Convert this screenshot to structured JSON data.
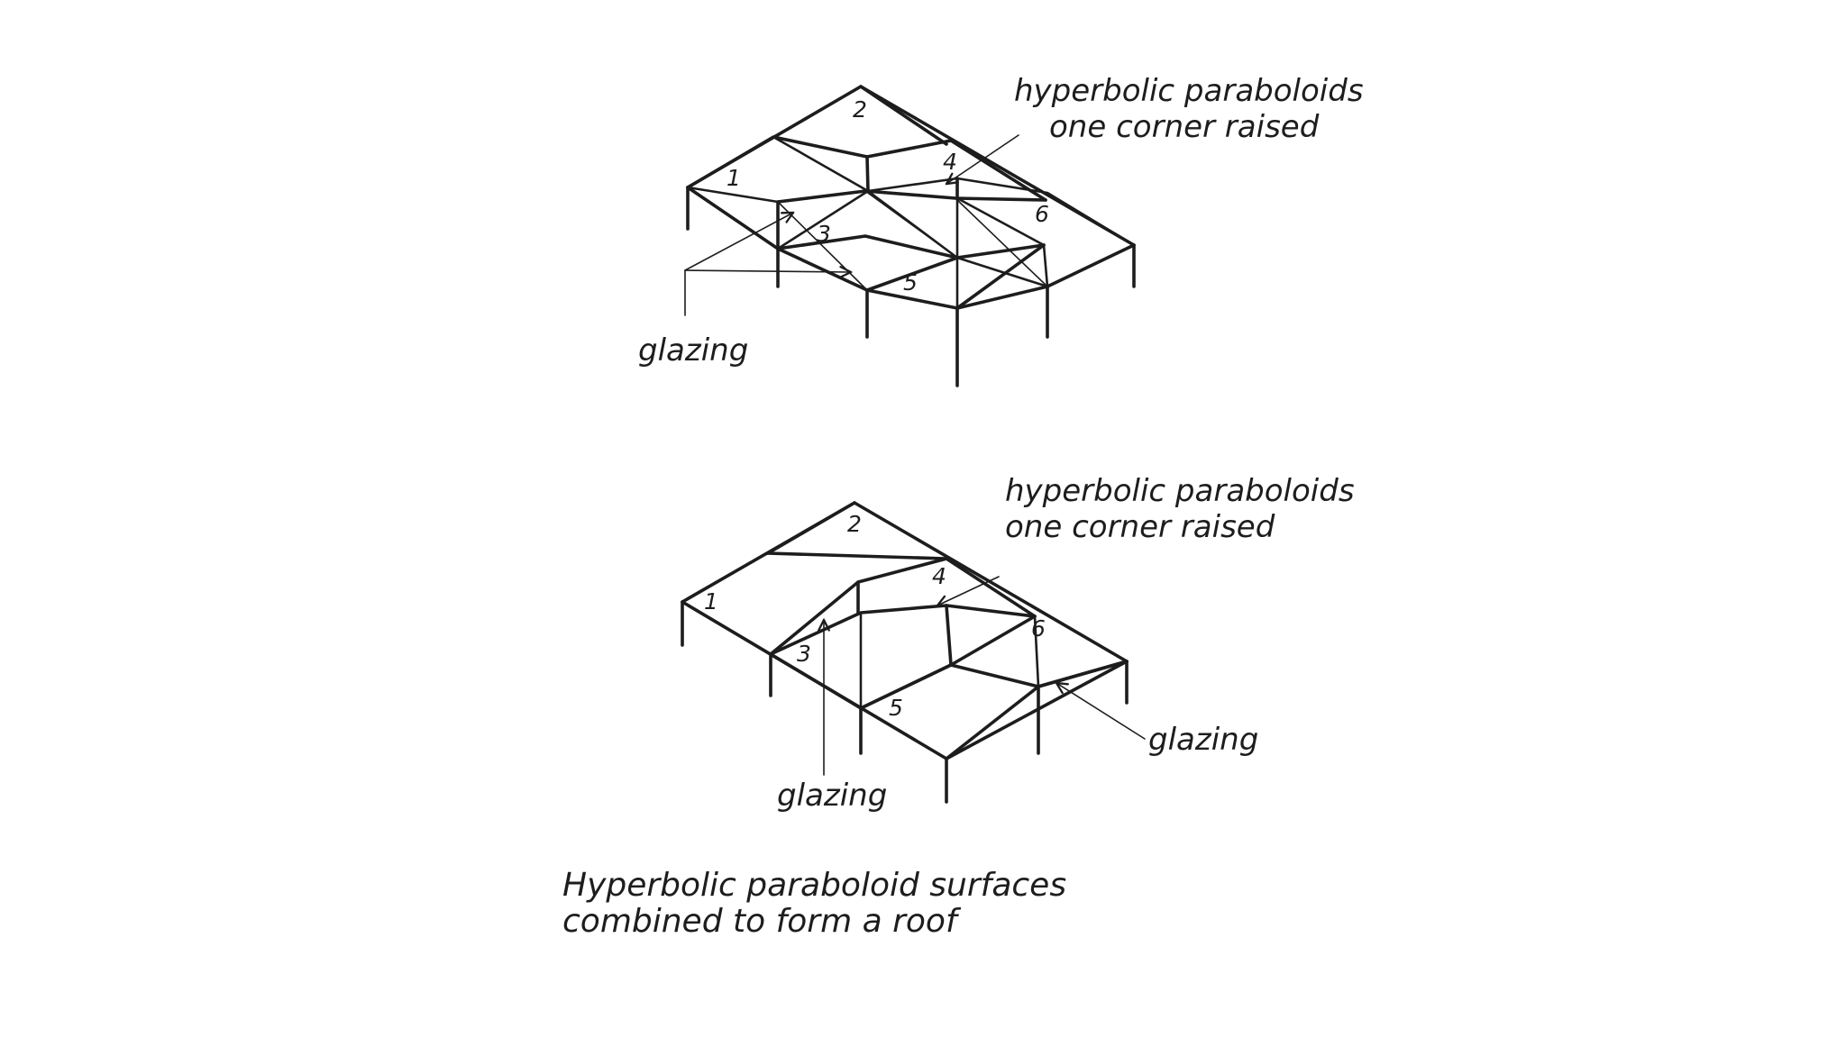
{
  "diagram_top": {
    "annotation_line1": "hyperbolic paraboloids",
    "annotation_line2": "one corner raised",
    "glazing_label": "glazing",
    "panel_numbers": [
      "1",
      "2",
      "3",
      "4",
      "5",
      "6"
    ]
  },
  "diagram_bottom": {
    "annotation_line1": "hyperbolic paraboloids",
    "annotation_line2": "one corner raised",
    "glazing_label_left": "glazing",
    "glazing_label_right": "glazing",
    "panel_numbers": [
      "1",
      "2",
      "3",
      "4",
      "5",
      "6"
    ]
  },
  "caption": {
    "line1": "Hyperbolic paraboloid surfaces",
    "line2": "combined to form a roof"
  }
}
